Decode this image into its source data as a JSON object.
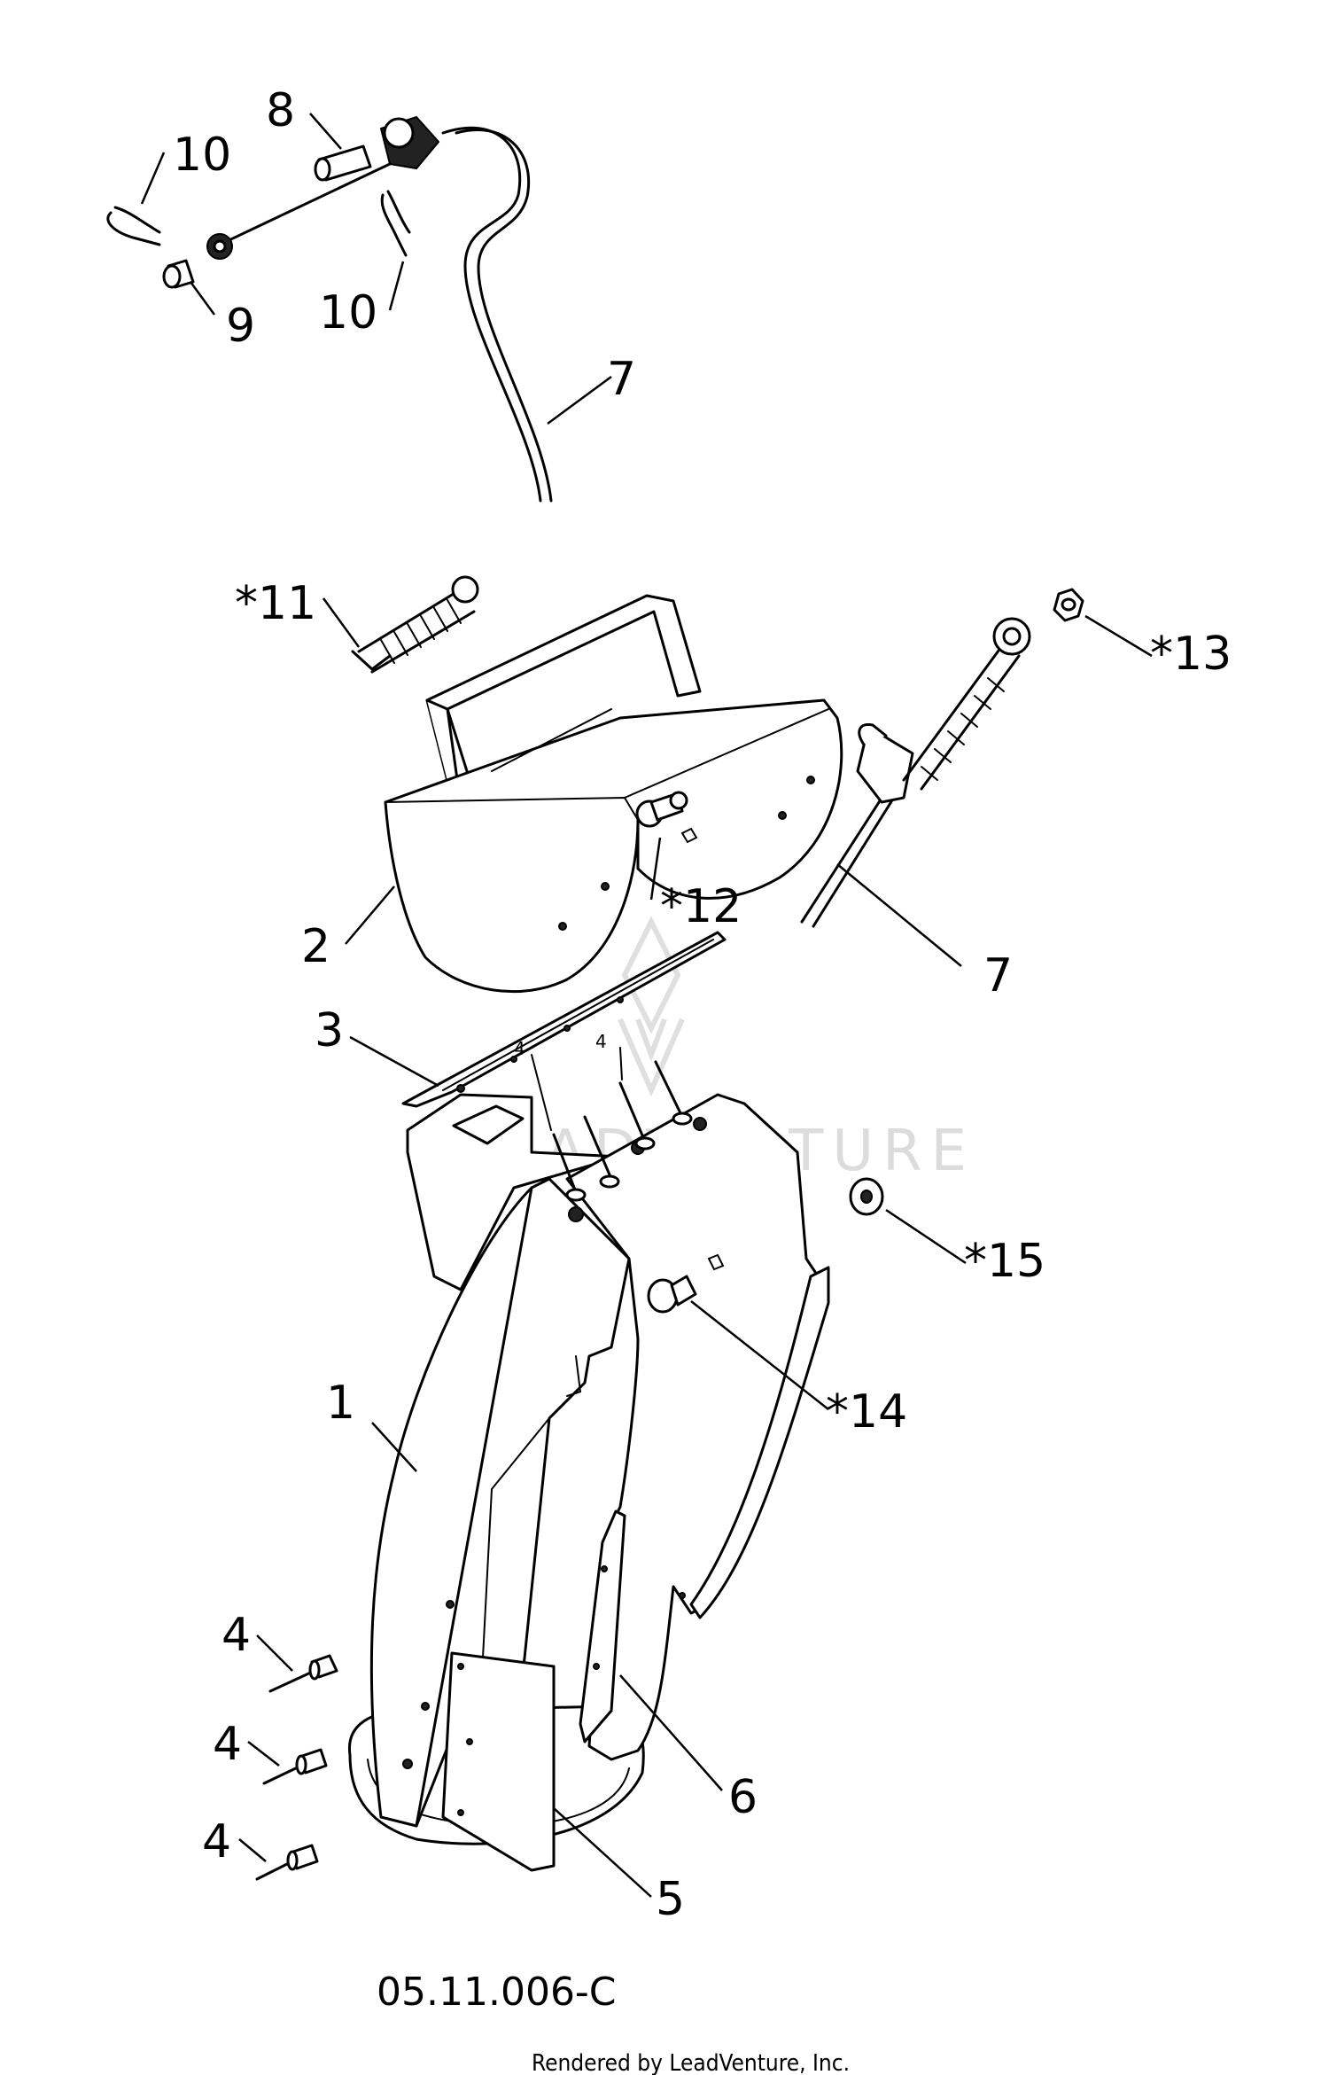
{
  "callouts": {
    "c10a": "10",
    "c8": "8",
    "c9": "9",
    "c10b": "10",
    "c7a": "7",
    "c11": "*11",
    "c13": "*13",
    "c2": "2",
    "c12": "*12",
    "c7b": "7",
    "c3": "3",
    "c4s_a": "4",
    "c4s_b": "4",
    "c15": "*15",
    "c14": "*14",
    "c1": "1",
    "c4a": "4",
    "c4b": "4",
    "c4c": "4",
    "c6": "6",
    "c5": "5"
  },
  "diagram_code": "05.11.006-C",
  "credit": "Rendered by LeadVenture, Inc.",
  "watermark": "LEADVENTURE"
}
